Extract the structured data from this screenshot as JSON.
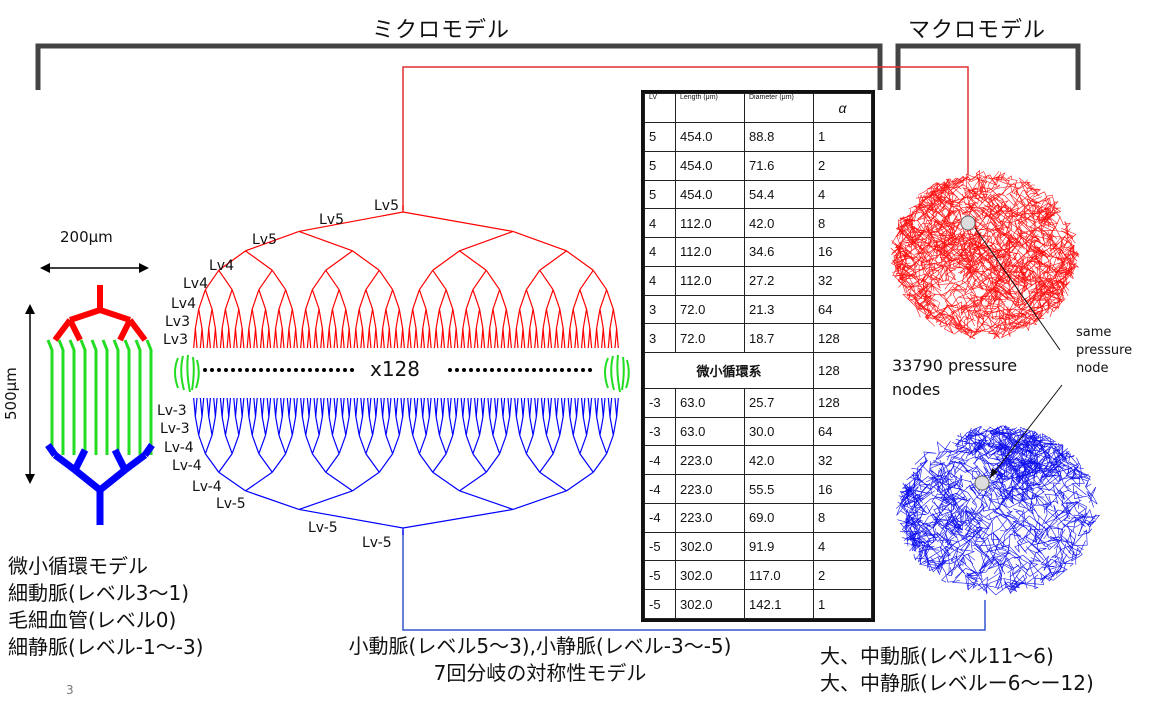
{
  "header": {
    "micro_title": "ミクロモデル",
    "macro_title": "マクロモデル"
  },
  "left": {
    "width_label": "200μm",
    "height_label": "500μm",
    "caption_lines": [
      "微小循環モデル",
      "細動脈(レベル3〜1)",
      "毛細血管(レベル0)",
      "細静脈(レベル-1〜-3)"
    ],
    "page_number": "3"
  },
  "center": {
    "multiplier": "x128",
    "artery_levels": [
      "Lv5",
      "Lv5",
      "Lv5",
      "Lv4",
      "Lv4",
      "Lv3",
      "Lv3"
    ],
    "vein_levels": [
      "Lv-3",
      "Lv-3",
      "Lv-4",
      "Lv-4",
      "Lv-4",
      "Lv-5",
      "Lv-5",
      "Lv-5"
    ],
    "caption_lines": [
      "小動脈(レベル5〜3),小静脈(レベル-3〜-5)",
      "7回分岐の対称性モデル"
    ]
  },
  "table": {
    "headers": {
      "lv": "LV",
      "length": "Length (μm)",
      "diameter": "Diameter (μm)",
      "alpha": "α"
    },
    "rows_upper": [
      [
        "5",
        "454.0",
        "88.8",
        "1"
      ],
      [
        "5",
        "454.0",
        "71.6",
        "2"
      ],
      [
        "5",
        "454.0",
        "54.4",
        "4"
      ],
      [
        "4",
        "112.0",
        "42.0",
        "8"
      ],
      [
        "4",
        "112.0",
        "34.6",
        "16"
      ],
      [
        "4",
        "112.0",
        "27.2",
        "32"
      ],
      [
        "3",
        "72.0",
        "21.3",
        "64"
      ],
      [
        "3",
        "72.0",
        "18.7",
        "128"
      ]
    ],
    "micro_row": {
      "label": "微小循環系",
      "alpha": "128"
    },
    "rows_lower": [
      [
        "-3",
        "63.0",
        "25.7",
        "128"
      ],
      [
        "-3",
        "63.0",
        "30.0",
        "64"
      ],
      [
        "-4",
        "223.0",
        "42.0",
        "32"
      ],
      [
        "-4",
        "223.0",
        "55.5",
        "16"
      ],
      [
        "-4",
        "223.0",
        "69.0",
        "8"
      ],
      [
        "-5",
        "302.0",
        "91.9",
        "4"
      ],
      [
        "-5",
        "302.0",
        "117.0",
        "2"
      ],
      [
        "-5",
        "302.0",
        "142.1",
        "1"
      ]
    ]
  },
  "right": {
    "pressure_nodes_line1": "33790 pressure",
    "pressure_nodes_line2": "nodes",
    "same_node_lines": [
      "same",
      "pressure",
      "node"
    ],
    "caption_lines": [
      "大、中動脈(レベル11〜6)",
      "大、中静脈(レベルー6〜ー12)"
    ]
  },
  "colors": {
    "artery": "#ff0000",
    "vein": "#0000ff",
    "capillary": "#22dd22",
    "connector_red": "#e03030",
    "connector_blue": "#3355cc"
  }
}
